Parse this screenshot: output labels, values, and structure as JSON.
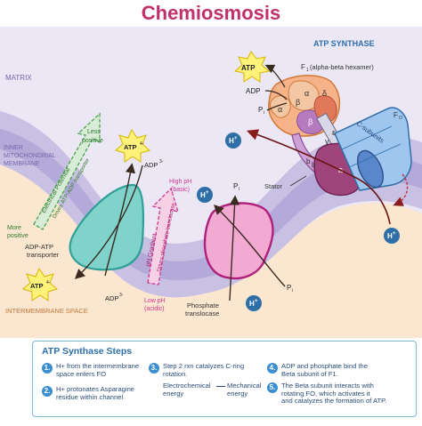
{
  "title": "Chemiosmosis",
  "labels": {
    "matrix": "MATRIX",
    "inner_membrane": [
      "INNER",
      "MITOCHONDRIAL",
      "MEMBRANE"
    ],
    "intermembrane_space": "INTERMEMBRANE SPACE",
    "atp_synthase": "ATP SYNTHASE",
    "f1": "F",
    "f1_sub": "1",
    "f1_desc": "(alpha-beta hexamer)",
    "fo": "F",
    "fo_sub": "O",
    "c_subunits": "C-subunits",
    "stator": "Stator",
    "adp": "ADP",
    "pi": "P",
    "pi_sub": "i",
    "atp": "ATP",
    "atp4": "ATP",
    "adp3": "ADP",
    "charge4": "4-",
    "charge3": "3-",
    "h_plus": "H",
    "h_charge": "+",
    "less_positive": [
      "Less",
      "positive"
    ],
    "more_positive": [
      "More",
      "positive"
    ],
    "electrical_potential": "Electrical Potential",
    "drives_atp_adp": "Drives ATP-ADP transporter",
    "adp_atp_transporter": [
      "ADP-ATP",
      "transporter"
    ],
    "high_ph": [
      "High pH",
      "(basic)"
    ],
    "low_ph": [
      "Low pH",
      "(acidic)"
    ],
    "ph_gradient": "pH Gradient",
    "drives_phosphate": "Drives phosphate translocase",
    "phosphate_translocase": [
      "Phosphate",
      "translocase"
    ],
    "greek": [
      "α",
      "β",
      "α",
      "β",
      "γ",
      "ε",
      "δ",
      "b",
      "b",
      "a"
    ]
  },
  "steps": {
    "title": "ATP Synthase Steps",
    "items": [
      {
        "num": "1.",
        "lines": [
          "H+ from the intermembrane",
          "space enters FO"
        ]
      },
      {
        "num": "2.",
        "lines": [
          "H+ protonates Asparagine",
          "residue within channel"
        ]
      },
      {
        "num": "3.",
        "lines": [
          "Step 2 rxn catalyzes C-ring",
          "rotation."
        ]
      },
      {
        "num": "4.",
        "lines": [
          "ADP and phosphate bind the",
          "Beta subunit of F1."
        ]
      },
      {
        "num": "5.",
        "lines": [
          "The Beta subunit interacts with",
          "rotating FO, which activates it",
          "and catalyzes the formation of ATP."
        ]
      }
    ],
    "energy_from": [
      "Electrochemical",
      "energy"
    ],
    "energy_to": [
      "Mechanical",
      "energy"
    ]
  },
  "colors": {
    "title": "#c0306a",
    "matrix_bg": "#ebe7f4",
    "membrane_outer": "#c9c1e4",
    "membrane_inner": "#b4aad9",
    "ims_bg": "#fbe6cf",
    "teal": "#3fb7b0",
    "magenta": "#d0388f",
    "orange": "#f0a070",
    "blue": "#2f6fa8",
    "green": "#4aa64a",
    "star": "#fff27a"
  }
}
